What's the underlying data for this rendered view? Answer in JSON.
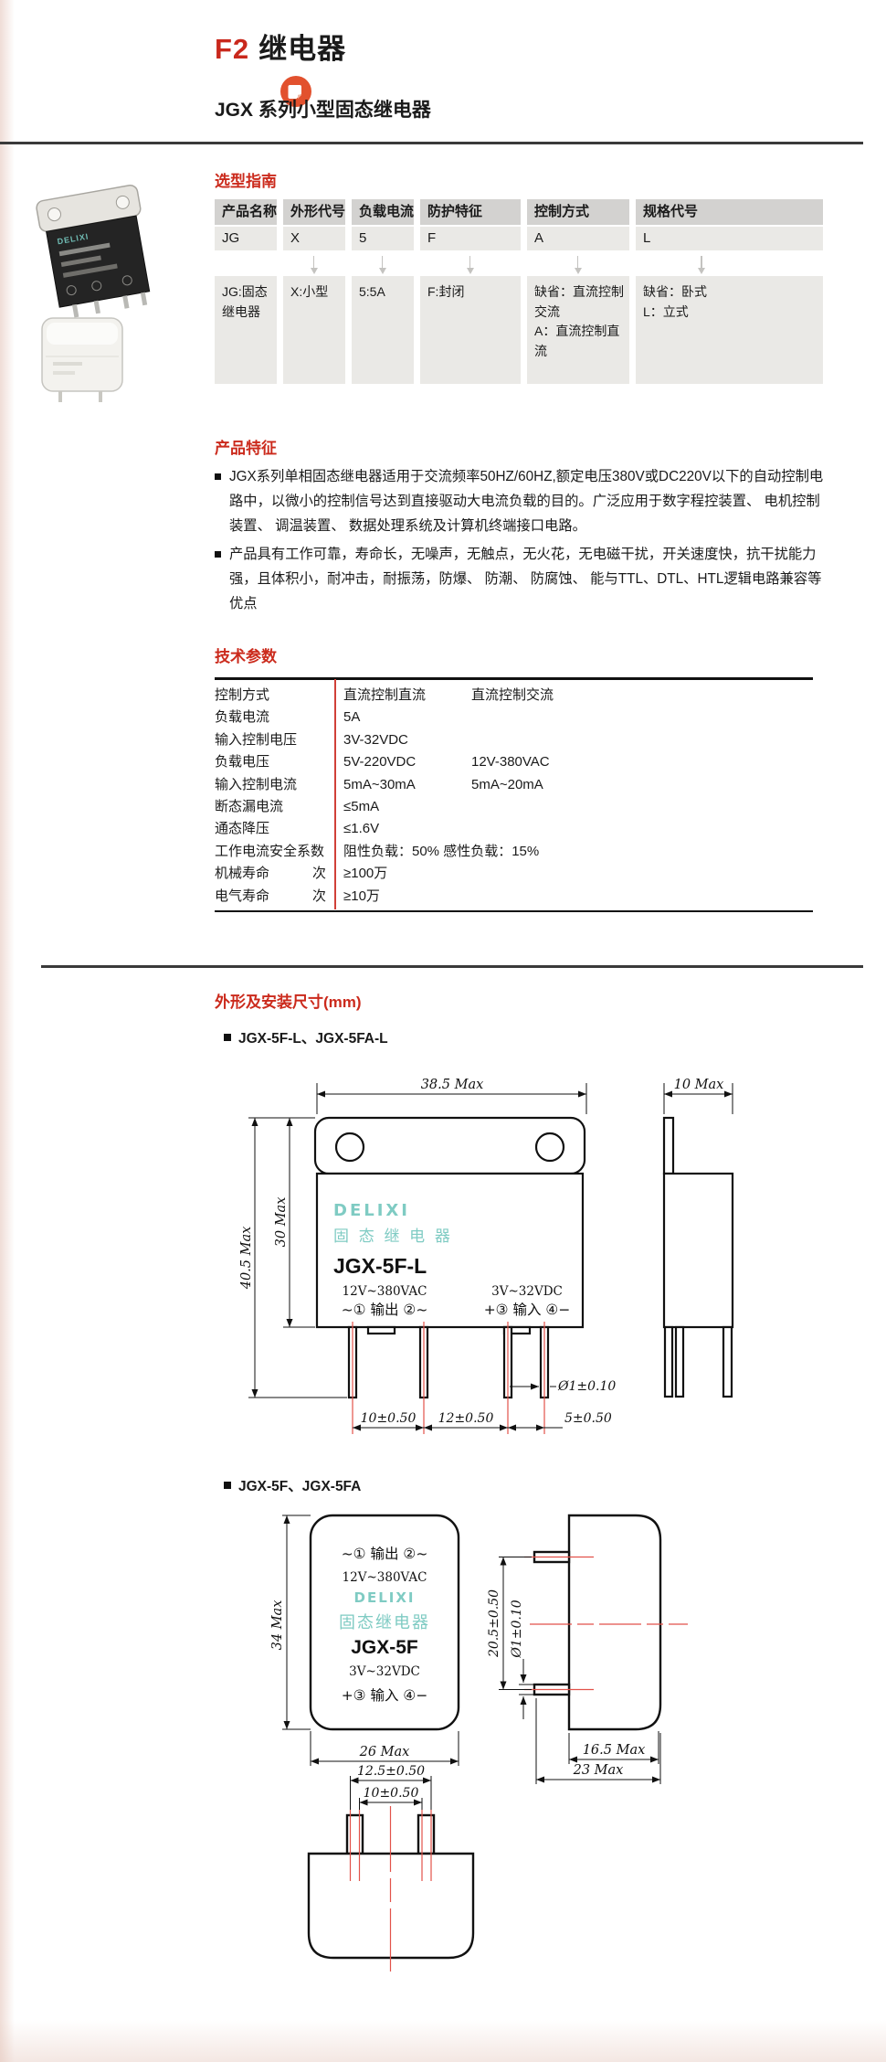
{
  "header": {
    "code": "F2",
    "title": "继电器",
    "subtitle": "JGX 系列小型固态继电器",
    "icon": "note-icon"
  },
  "selection": {
    "heading": "选型指南",
    "columns": [
      {
        "header": "产品名称",
        "code": "JG",
        "desc": "JG:固态继电器"
      },
      {
        "header": "外形代号",
        "code": "X",
        "desc": "X:小型"
      },
      {
        "header": "负载电流",
        "code": "5",
        "desc": "5:5A"
      },
      {
        "header": "防护特征",
        "code": "F",
        "desc": "F:封闭"
      },
      {
        "header": "控制方式",
        "code": "A",
        "desc": "缺省：直流控制交流\nA：直流控制直流"
      },
      {
        "header": "规格代号",
        "code": "L",
        "desc": "缺省：卧式\nL：立式"
      }
    ]
  },
  "features": {
    "heading": "产品特征",
    "items": [
      "JGX系列单相固态继电器适用于交流频率50HZ/60HZ,额定电压380V或DC220V以下的自动控制电路中，以微小的控制信号达到直接驱动大电流负载的目的。广泛应用于数字程控装置、 电机控制装置、 调温装置、 数据处理系统及计算机终端接口电路。",
      "产品具有工作可靠，寿命长，无噪声，无触点，无火花，无电磁干扰，开关速度快，抗干扰能力强，且体积小，耐冲击，耐振荡，防爆、 防潮、 防腐蚀、 能与TTL、DTL、HTL逻辑电路兼容等优点"
    ]
  },
  "tech": {
    "heading": "技术参数",
    "rows": [
      {
        "label": "控制方式",
        "unit": "",
        "v1": "直流控制直流",
        "v2": "直流控制交流"
      },
      {
        "label": "负载电流",
        "unit": "",
        "v1": "5A",
        "v2": ""
      },
      {
        "label": "输入控制电压",
        "unit": "",
        "v1": "3V-32VDC",
        "v2": ""
      },
      {
        "label": "负载电压",
        "unit": "",
        "v1": "5V-220VDC",
        "v2": "12V-380VAC"
      },
      {
        "label": "输入控制电流",
        "unit": "",
        "v1": "5mA~30mA",
        "v2": "5mA~20mA"
      },
      {
        "label": "断态漏电流",
        "unit": "",
        "v1": "≤5mA",
        "v2": ""
      },
      {
        "label": "通态降压",
        "unit": "",
        "v1": "≤1.6V",
        "v2": ""
      },
      {
        "label": "工作电流安全系数",
        "unit": "",
        "v1": "阻性负载：50%  感性负载：15%",
        "v2": ""
      },
      {
        "label": "机械寿命",
        "unit": "次",
        "v1": "≥100万",
        "v2": ""
      },
      {
        "label": "电气寿命",
        "unit": "次",
        "v1": "≥10万",
        "v2": ""
      }
    ]
  },
  "dims": {
    "heading": "外形及安装尺寸(mm)",
    "photo_brand": "DELIXI",
    "d1": {
      "label": "JGX-5F-L、JGX-5FA-L",
      "body": {
        "brand": "DELIXI",
        "brand_cn": "固 态 继 电 器",
        "model": "JGX-5F-L",
        "out_volt": "12V~380VAC",
        "out_term": "~① 输出 ②~",
        "in_volt": "3V~32VDC",
        "in_term": "+③ 输入 ④−"
      },
      "dim_width": "38.5 Max",
      "dim_h_total": "40.5 Max",
      "dim_h_body": "30 Max",
      "dim_depth": "10 Max",
      "dim_pin_d": "Ø1±0.10",
      "dim_p12": "10±0.50",
      "dim_p23": "12±0.50",
      "dim_p34": "5±0.50"
    },
    "d2": {
      "label": "JGX-5F、JGX-5FA",
      "body": {
        "out_term": "~① 输出 ②~",
        "out_volt": "12V~380VAC",
        "brand": "DELIXI",
        "brand_cn": "固态继电器",
        "model": "JGX-5F",
        "in_volt": "3V~32VDC",
        "in_term": "+③ 输入 ④−"
      },
      "dim_height": "34 Max",
      "dim_width": "26 Max",
      "dim_pin_outer": "12.5±0.50",
      "dim_pin_inner": "10±0.50",
      "dim_pin_span": "20.5±0.50",
      "dim_pin_d": "Ø1±0.10",
      "dim_depth_body": "16.5 Max",
      "dim_depth_total": "23 Max"
    }
  },
  "colors": {
    "heading_red": "#cb2a1c",
    "accent_red": "#e2512e",
    "brand_teal": "#7fcbc3",
    "centerline_red": "#e2524a"
  }
}
